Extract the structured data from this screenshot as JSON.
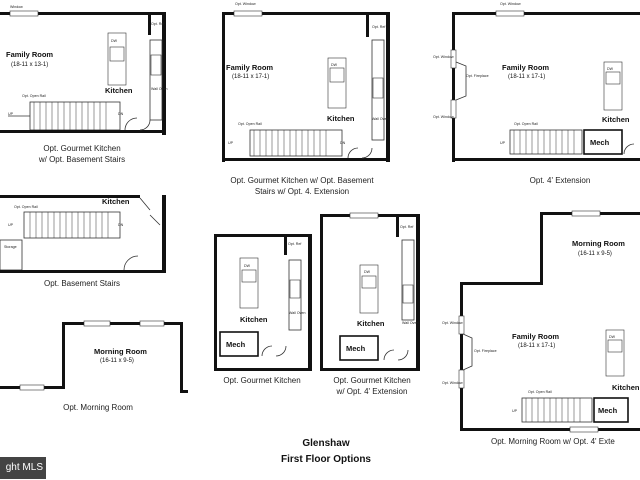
{
  "labels": {
    "family_room": "Family Room",
    "kitchen": "Kitchen",
    "morning_room": "Morning Room",
    "mech": "Mech",
    "storage": "Storage",
    "dw": "DW",
    "opt_ref": "Opt. Ref",
    "wall_oven": "Wall Oven",
    "opt_open_rail": "Opt. Open Rail",
    "opt_window": "Opt. Window",
    "window": "Window",
    "opt_fireplace": "Opt. Fireplace",
    "up": "UP",
    "dn": "DN"
  },
  "dims": {
    "fr_13_1": "(18-11 x 13-1)",
    "fr_17_1": "(18-11 x 17-1)",
    "mr_9_5": "(16-11 x 9-5)"
  },
  "captions": {
    "p1": "Opt. Gourmet Kitchen",
    "p1b": "w/ Opt. Basement Stairs",
    "p2": "Opt. Gourmet Kitchen w/ Opt. Basement",
    "p2b": "Stairs w/ Opt. 4. Extension",
    "p3": "Opt. 4' Extension",
    "p4": "Opt. Basement Stairs",
    "p5": "Opt. Gourmet Kitchen",
    "p6": "Opt. Gourmet Kitchen",
    "p6b": "w/ Opt. 4' Extension",
    "p7": "Opt. Morning Room",
    "p8": "Opt. Morning Room w/ Opt. 4' Exte"
  },
  "title": {
    "line1": "Glenshaw",
    "line2": "First Floor Options"
  },
  "watermark": "ght MLS"
}
